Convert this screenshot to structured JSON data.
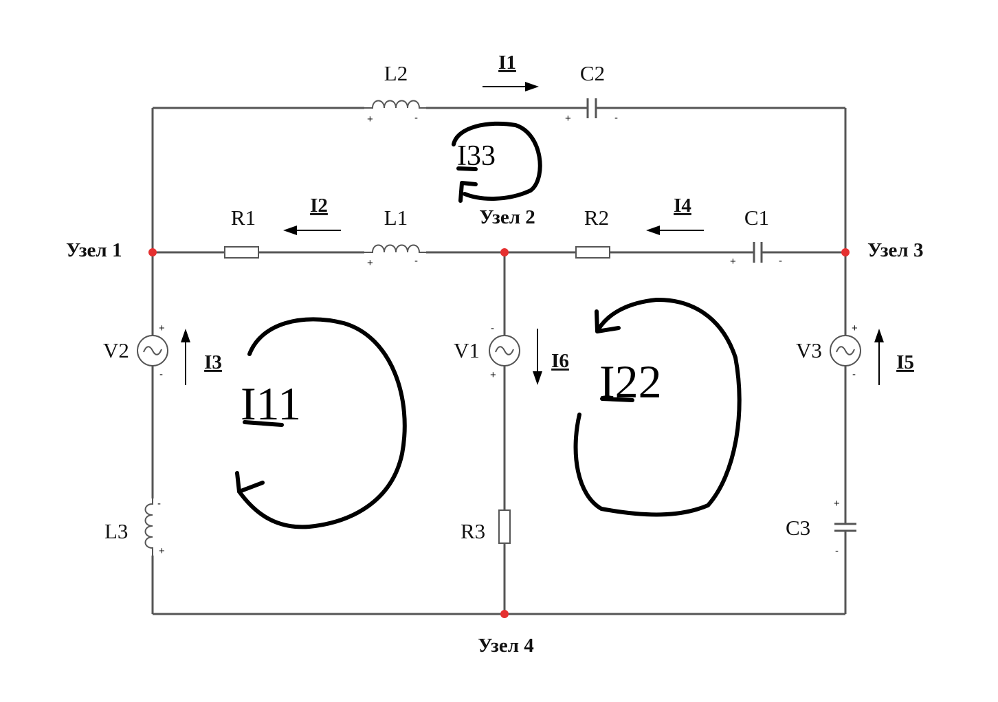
{
  "diagram": {
    "nodes": {
      "n1": "Узел 1",
      "n2": "Узел 2",
      "n3": "Узел 3",
      "n4": "Узел 4"
    },
    "components": {
      "L2": "L2",
      "C2": "C2",
      "R1": "R1",
      "L1": "L1",
      "R2": "R2",
      "C1": "C1",
      "V2": "V2",
      "V1": "V1",
      "V3": "V3",
      "L3": "L3",
      "R3": "R3",
      "C3": "C3"
    },
    "currents": {
      "I1": "I1",
      "I2": "I2",
      "I3": "I3",
      "I4": "I4",
      "I5": "I5",
      "I6": "I6"
    },
    "loop_currents": {
      "I11": "I11",
      "I22": "I22",
      "I33": "I33"
    },
    "polarity": {
      "plus": "+",
      "minus": "-"
    },
    "colors": {
      "wire": "#555555",
      "node": "#e53030",
      "ink": "#000000"
    }
  }
}
